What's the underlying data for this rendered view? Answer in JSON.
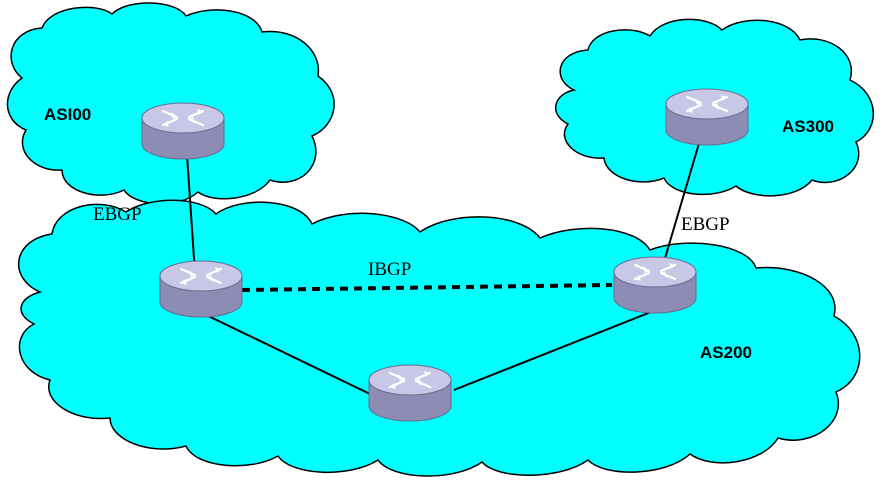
{
  "colors": {
    "cloud_fill": "#00FFFF",
    "cloud_stroke": "#000000",
    "router_top": "#C8C8E6",
    "router_side": "#8C8CB4",
    "router_mark": "#FFFFFF",
    "link": "#000000"
  },
  "autonomous_systems": [
    {
      "id": "as100",
      "label": "ASI00"
    },
    {
      "id": "as300",
      "label": "AS300"
    },
    {
      "id": "as200",
      "label": "AS200"
    }
  ],
  "routers": [
    {
      "id": "r-as100",
      "as": "as100"
    },
    {
      "id": "r-as300",
      "as": "as300"
    },
    {
      "id": "r-as200-left",
      "as": "as200"
    },
    {
      "id": "r-as200-right",
      "as": "as200"
    },
    {
      "id": "r-as200-bottom",
      "as": "as200"
    }
  ],
  "links": [
    {
      "id": "link-as100-as200",
      "from": "r-as100",
      "to": "r-as200-left",
      "type": "ebgp",
      "label": "EBGP"
    },
    {
      "id": "link-as300-as200",
      "from": "r-as300",
      "to": "r-as200-right",
      "type": "ebgp",
      "label": "EBGP"
    },
    {
      "id": "link-ibgp",
      "from": "r-as200-left",
      "to": "r-as200-right",
      "type": "ibgp",
      "label": "IBGP"
    },
    {
      "id": "link-left-bottom",
      "from": "r-as200-left",
      "to": "r-as200-bottom",
      "type": "physical",
      "label": ""
    },
    {
      "id": "link-bottom-right",
      "from": "r-as200-bottom",
      "to": "r-as200-right",
      "type": "physical",
      "label": ""
    }
  ],
  "router_icon": "router-icon"
}
